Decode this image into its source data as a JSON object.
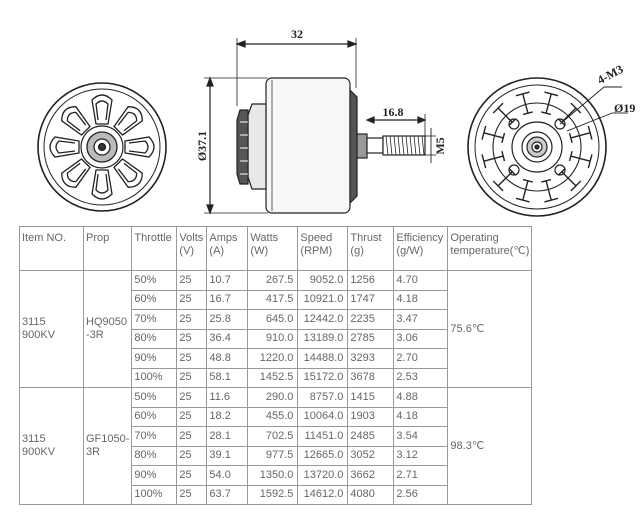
{
  "drawing": {
    "dim_length": "32",
    "dim_diameter": "Ø37.1",
    "dim_shaft_length": "16.8",
    "dim_shaft_thread": "M5",
    "dim_holes": "4-M3",
    "dim_bolt_circle": "Ø19"
  },
  "table": {
    "headers": {
      "item": "Item NO.",
      "prop": "Prop",
      "throttle": "Throttle",
      "volts": "Volts\n(V)",
      "amps": "Amps\n(A)",
      "watts": "Watts (W)",
      "speed": "Speed\n(RPM)",
      "thrust": "Thrust\n(g)",
      "efficiency": "Efficiency\n(g/W)",
      "temp": "Operating\ntemperature(℃)"
    },
    "groups": [
      {
        "item": "3115\n900KV",
        "prop": "HQ9050\n-3R",
        "temp": "75.6℃",
        "rows": [
          {
            "throttle": "50%",
            "volts": "25",
            "amps": "10.7",
            "watts": "267.5",
            "speed": "9052.0",
            "thrust": "1256",
            "eff": "4.70"
          },
          {
            "throttle": "60%",
            "volts": "25",
            "amps": "16.7",
            "watts": "417.5",
            "speed": "10921.0",
            "thrust": "1747",
            "eff": "4.18"
          },
          {
            "throttle": "70%",
            "volts": "25",
            "amps": "25.8",
            "watts": "645.0",
            "speed": "12442.0",
            "thrust": "2235",
            "eff": "3.47"
          },
          {
            "throttle": "80%",
            "volts": "25",
            "amps": "36.4",
            "watts": "910.0",
            "speed": "13189.0",
            "thrust": "2785",
            "eff": "3.06"
          },
          {
            "throttle": "90%",
            "volts": "25",
            "amps": "48.8",
            "watts": "1220.0",
            "speed": "14488.0",
            "thrust": "3293",
            "eff": "2.70"
          },
          {
            "throttle": "100%",
            "volts": "25",
            "amps": "58.1",
            "watts": "1452.5",
            "speed": "15172.0",
            "thrust": "3678",
            "eff": "2.53"
          }
        ]
      },
      {
        "item": "3115\n900KV",
        "prop": "GF1050-\n3R",
        "temp": "98.3℃",
        "rows": [
          {
            "throttle": "50%",
            "volts": "25",
            "amps": "11.6",
            "watts": "290.0",
            "speed": "8757.0",
            "thrust": "1415",
            "eff": "4.88"
          },
          {
            "throttle": "60%",
            "volts": "25",
            "amps": "18.2",
            "watts": "455.0",
            "speed": "10064.0",
            "thrust": "1903",
            "eff": "4.18"
          },
          {
            "throttle": "70%",
            "volts": "25",
            "amps": "28.1",
            "watts": "702.5",
            "speed": "11451.0",
            "thrust": "2485",
            "eff": "3.54"
          },
          {
            "throttle": "80%",
            "volts": "25",
            "amps": "39.1",
            "watts": "977.5",
            "speed": "12665.0",
            "thrust": "3052",
            "eff": "3.12"
          },
          {
            "throttle": "90%",
            "volts": "25",
            "amps": "54.0",
            "watts": "1350.0",
            "speed": "13720.0",
            "thrust": "3662",
            "eff": "2.71"
          },
          {
            "throttle": "100%",
            "volts": "25",
            "amps": "63.7",
            "watts": "1592.5",
            "speed": "14612.0",
            "thrust": "4080",
            "eff": "2.56"
          }
        ]
      }
    ]
  }
}
